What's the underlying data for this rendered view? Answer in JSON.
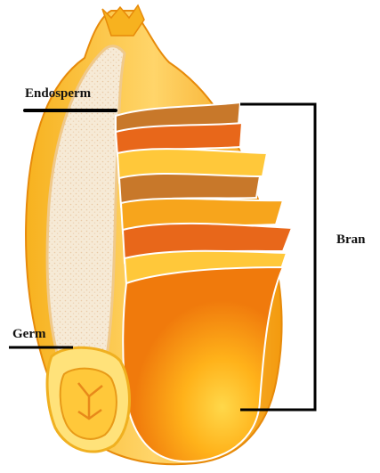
{
  "labels": {
    "endosperm": "Endosperm",
    "germ": "Germ",
    "bran": "Bran"
  },
  "colors": {
    "husk_outer": "#f39a0e",
    "husk_highlight": "#ffd36a",
    "endosperm_fill": "#f6ead6",
    "bran_layer_light": "#ffc83a",
    "bran_layer_mid": "#f7a51c",
    "bran_layer_dark": "#e8671a",
    "bran_layer_brown": "#c8782a",
    "germ_yellow": "#ffd84a",
    "leader_line": "#000000"
  }
}
